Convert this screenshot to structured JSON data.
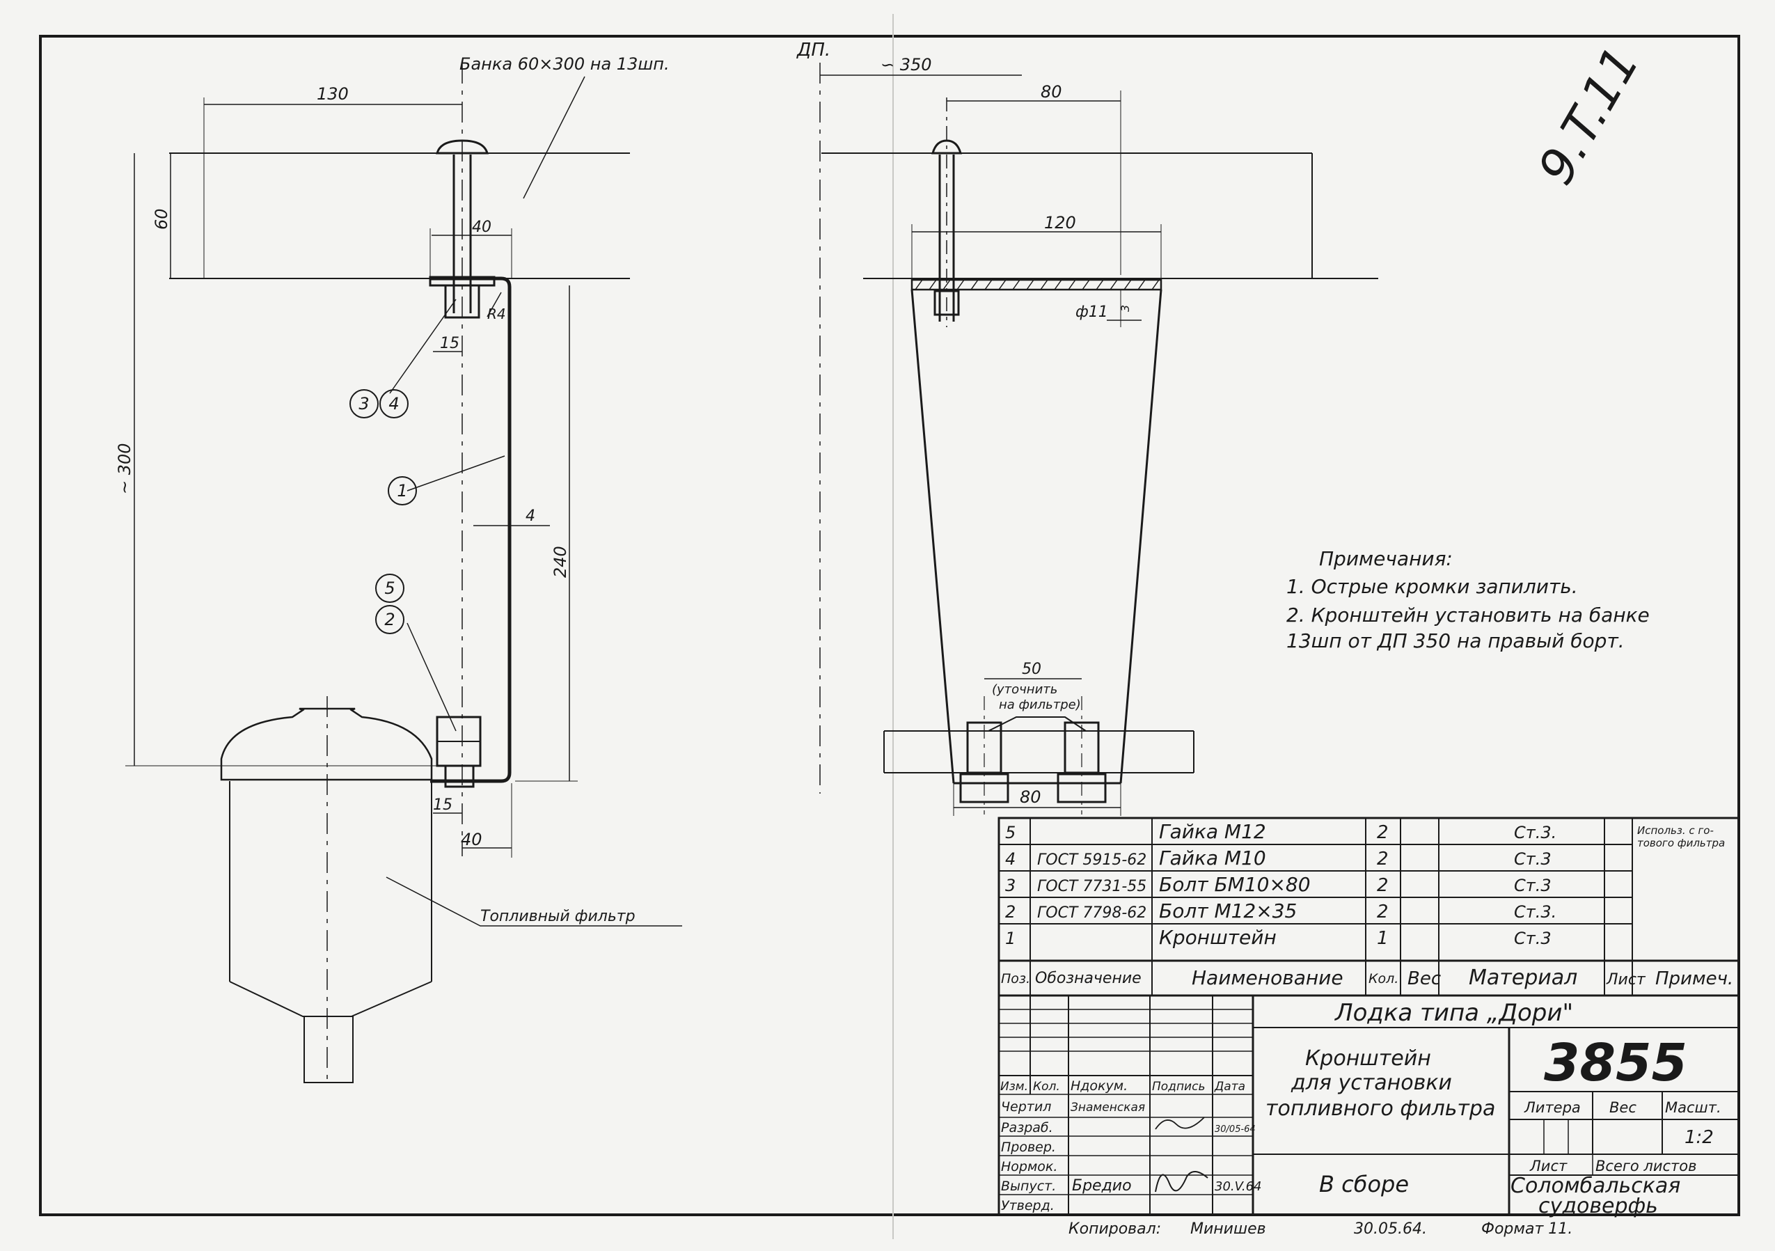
{
  "drawing": {
    "left_view": {
      "bank_label": "Банка 60×300 на 13шп.",
      "dims": {
        "d130": "130",
        "d60": "60",
        "d40_top": "40",
        "r4": "R4",
        "d15_top": "15",
        "d300": "~ 300",
        "d240": "240",
        "d4": "4",
        "d15_bot": "15",
        "d40_bot": "40"
      },
      "balloons": [
        "3",
        "4",
        "1",
        "5",
        "2"
      ],
      "filter_label": "Топливный фильтр"
    },
    "right_view": {
      "dp_label": "ДП.",
      "dims": {
        "d350": "∽ 350",
        "d80_top": "80",
        "d120": "120",
        "phi11": "ф11",
        "d3": "3",
        "d50": "50",
        "clarify_1": "(уточнить",
        "clarify_2": "на фильтре)",
        "d80_bot": "80"
      }
    },
    "margin_note": "9.T.11",
    "notes": {
      "title": "Примечания:",
      "line1": "1. Острые кромки запилить.",
      "line2": "2. Кронштейн установить на банке",
      "line3": "13шп от ДП 350 на правый борт."
    }
  },
  "bom": {
    "rows": [
      {
        "pos": "5",
        "designation": "",
        "name": "Гайка М12",
        "qty": "2",
        "material": "Ст.3."
      },
      {
        "pos": "4",
        "designation": "ГОСТ 5915-62",
        "name": "Гайка М10",
        "qty": "2",
        "material": "Ст.3"
      },
      {
        "pos": "3",
        "designation": "ГОСТ 7731-55",
        "name": "Болт БМ10×80",
        "qty": "2",
        "material": "Ст.3"
      },
      {
        "pos": "2",
        "designation": "ГОСТ 7798-62",
        "name": "Болт М12×35",
        "qty": "2",
        "material": "Ст.3."
      },
      {
        "pos": "1",
        "designation": "",
        "name": "Кронштейн",
        "qty": "1",
        "material": "Ст.3"
      }
    ],
    "remark_1": "Использ. с го-",
    "remark_2": "тового фильтра",
    "headers": {
      "pos": "Поз.",
      "designation": "Обозначение",
      "name": "Наименование",
      "qty": "Кол.",
      "weight": "Вес",
      "material": "Материал",
      "sheet": "Лист",
      "remark": "Примеч."
    }
  },
  "title_block": {
    "project": "Лодка типа „Дори\"",
    "number": "3855",
    "title_1": "Кронштейн",
    "title_2": "для установки",
    "title_3": "топливного фильтра",
    "assembly": "В сборе",
    "litera": "Литера",
    "weight": "Вес",
    "scale_label": "Масшт.",
    "scale": "1:2",
    "sheet": "Лист",
    "total_sheets": "Всего листов",
    "org_1": "Соломбальская",
    "org_2": "судоверфь",
    "cols": {
      "izm": "Изм.",
      "kol": "Кол.",
      "ndoc": "Ндокум.",
      "sign": "Подпись",
      "date": "Дата"
    },
    "roles": {
      "drew": "Чертил",
      "developed": "Разраб.",
      "checked": "Провер.",
      "norm": "Нормок.",
      "issued": "Выпуст.",
      "approved": "Утверд."
    },
    "names": {
      "drew": "Знаменская",
      "issued": "Бредио"
    },
    "dates": {
      "developed": "30/05-64",
      "issued": "30.V.64"
    }
  },
  "footer": {
    "copied": "Копировал:",
    "copier": "Минишев",
    "date": "30.05.64.",
    "format": "Формат 11."
  }
}
